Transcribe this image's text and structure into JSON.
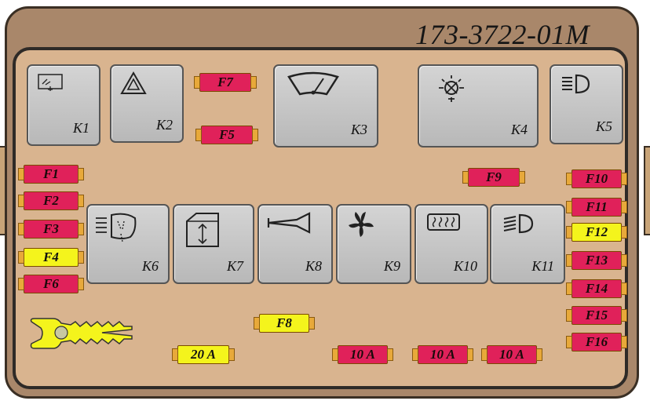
{
  "part_number": "173-3722-01M",
  "colors": {
    "red_fuse": "#e0215a",
    "yellow_fuse": "#f4f41c",
    "relay": "#c6c6c6",
    "board": "#d9b48f",
    "housing": "#a9876a"
  },
  "relays": [
    {
      "label": "K1",
      "icon": "rear-window-wiper-icon"
    },
    {
      "label": "K2",
      "icon": "hazard-warning-icon"
    },
    {
      "label": "K3",
      "icon": "windshield-wiper-icon"
    },
    {
      "label": "K4",
      "icon": "light-bulb-off-icon"
    },
    {
      "label": "K5",
      "icon": "high-beam-icon"
    },
    {
      "label": "K6",
      "icon": "windshield-washer-icon"
    },
    {
      "label": "K7",
      "icon": "power-window-icon"
    },
    {
      "label": "K8",
      "icon": "horn-icon"
    },
    {
      "label": "K9",
      "icon": "fan-icon"
    },
    {
      "label": "K10",
      "icon": "rear-defroster-icon"
    },
    {
      "label": "K11",
      "icon": "low-beam-icon"
    }
  ],
  "fuses": [
    {
      "label": "F1",
      "color": "red"
    },
    {
      "label": "F2",
      "color": "red"
    },
    {
      "label": "F3",
      "color": "red"
    },
    {
      "label": "F4",
      "color": "yellow"
    },
    {
      "label": "F6",
      "color": "red"
    },
    {
      "label": "F7",
      "color": "red"
    },
    {
      "label": "F5",
      "color": "red"
    },
    {
      "label": "F9",
      "color": "red"
    },
    {
      "label": "F10",
      "color": "red"
    },
    {
      "label": "F11",
      "color": "red"
    },
    {
      "label": "F12",
      "color": "yellow"
    },
    {
      "label": "F13",
      "color": "red"
    },
    {
      "label": "F14",
      "color": "red"
    },
    {
      "label": "F15",
      "color": "red"
    },
    {
      "label": "F16",
      "color": "red"
    },
    {
      "label": "F8",
      "color": "yellow"
    }
  ],
  "spare_fuses": [
    {
      "label": "20 A",
      "color": "yellow"
    },
    {
      "label": "10 A",
      "color": "red"
    },
    {
      "label": "10 A",
      "color": "red"
    },
    {
      "label": "10 A",
      "color": "red"
    }
  ],
  "tool": {
    "icon": "fuse-puller-icon"
  }
}
